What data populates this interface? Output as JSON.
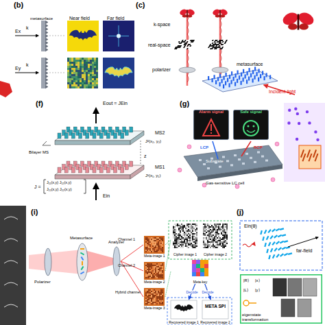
{
  "diagram": {
    "nodes": [
      {
        "text": [
          "Alarm signal"
        ]
      },
      {
        "text": [
          "Safe signal"
        ]
      },
      {
        "text": [
          "Cipher image 1"
        ]
      },
      {
        "text": [
          "Cipher image 2"
        ]
      },
      {
        "text": [
          "Meta-key"
        ]
      },
      {
        "text": [
          "Recovered image 1"
        ]
      },
      {
        "text": [
          "META SPI",
          "Recovered image 2"
        ]
      },
      {
        "text": [
          "eigenstate transformation"
        ]
      }
    ],
    "edges": [
      {
        "from": 4,
        "to": 5,
        "label": "Decode",
        "arrow": "to"
      },
      {
        "from": 4,
        "to": 6,
        "label": "Decode",
        "arrow": "to"
      }
    ],
    "labels": [
      "(b)",
      "metasurface",
      "Near field",
      "Far field",
      "Ex",
      "k",
      "Ey",
      "k",
      "(c)",
      "k-space",
      "real-space",
      "polarizer",
      "metasurface",
      "Incident light",
      "(f)",
      "Eout = JEin",
      "MS2",
      "MS1",
      "J²(x₂, y₂)",
      "J¹(x₁, y₁)",
      "Bilayer MS",
      "z",
      "J =",
      "J₁₁(x,y) J₁₂(x,y)",
      "J₂₁(x,y) J₂₂(x,y)",
      "Ein",
      "(g)",
      "LCP",
      "RCP",
      "Substrate",
      "Gas-sensitive LC cell",
      "(i)",
      "Metasurface",
      "Polarizer",
      "Analyzer",
      "Channel 1",
      "Channel 2",
      "Hybrid channel",
      "Meta-image 1",
      "Meta-image 2",
      "Meta-image 3",
      "(j)",
      "Ein(θ)",
      "far-field",
      "|R⟩",
      "|L⟩",
      "|x⟩",
      "|y⟩"
    ]
  }
}
